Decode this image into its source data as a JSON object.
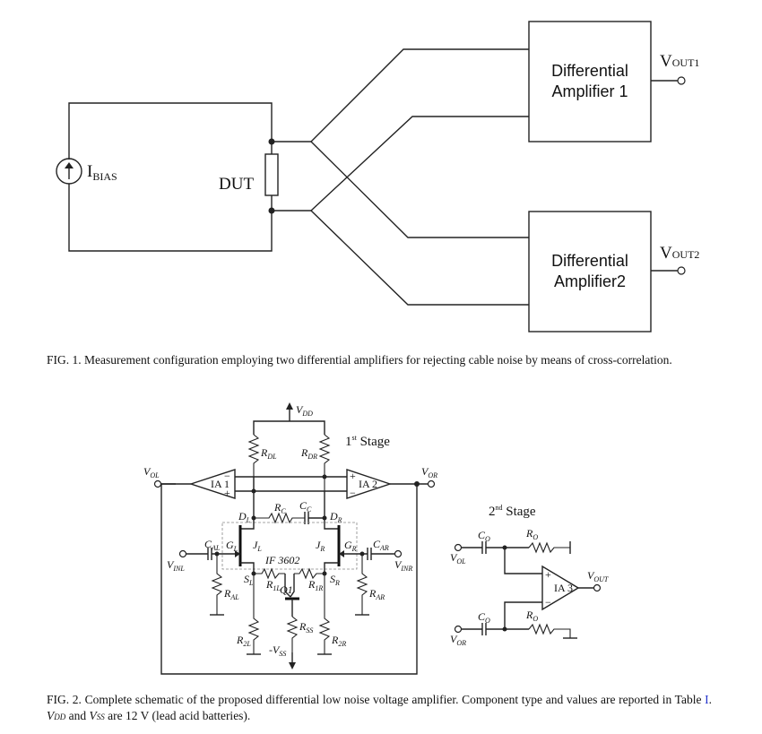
{
  "fig1": {
    "source_label": "I",
    "source_sub": "BIAS",
    "dut_label": "DUT",
    "amp1_line1": "Differential",
    "amp1_line2": "Amplifier 1",
    "amp2_line1": "Differential",
    "amp2_line2": "Amplifier2",
    "vout1_main": "V",
    "vout1_sub": "OUT1",
    "vout2_main": "V",
    "vout2_sub": "OUT2",
    "caption": "FIG. 1. Measurement configuration employing two differential amplifiers for rejecting cable noise by means of cross-correlation."
  },
  "fig2": {
    "vdd": "V",
    "vdd_sub": "DD",
    "first_stage": "1",
    "first_stage_sup": "st",
    "first_stage_word": " Stage",
    "second_stage": "2",
    "second_stage_sup": "nd",
    "second_stage_word": " Stage",
    "rdl": "R",
    "rdl_sub": "DL",
    "rdr": "R",
    "rdr_sub": "DR",
    "vol": "V",
    "vol_sub": "OL",
    "vor": "V",
    "vor_sub": "OR",
    "ia1": "IA 1",
    "ia2": "IA 2",
    "ia3": "IA 3",
    "rc": "R",
    "rc_sub": "C",
    "cc": "C",
    "cc_sub": "C",
    "dl": "D",
    "dl_sub": "L",
    "dr": "D",
    "dr_sub": "R",
    "cal": "C",
    "cal_sub": "AL",
    "car": "C",
    "car_sub": "AR",
    "gl": "G",
    "gl_sub": "L",
    "gr": "G",
    "gr_sub": "R",
    "jl": "J",
    "jl_sub": "L",
    "jr": "J",
    "jr_sub": "R",
    "vinl": "V",
    "vinl_sub": "INL",
    "vinr": "V",
    "vinr_sub": "INR",
    "part": "IF 3602",
    "sl": "S",
    "sl_sub": "L",
    "sr": "S",
    "sr_sub": "R",
    "r1l": "R",
    "r1l_sub": "1L",
    "r1r": "R",
    "r1r_sub": "1R",
    "q1": "Q1",
    "ral": "R",
    "ral_sub": "AL",
    "rar": "R",
    "rar_sub": "AR",
    "rss": "R",
    "rss_sub": "SS",
    "r2l": "R",
    "r2l_sub": "2L",
    "r2r": "R",
    "r2r_sub": "2R",
    "vss": "-V",
    "vss_sub": "SS",
    "co_top": "C",
    "co_top_sub": "O",
    "co_bot": "C",
    "co_bot_sub": "O",
    "ro_top": "R",
    "ro_top_sub": "O",
    "ro_bot": "R",
    "ro_bot_sub": "O",
    "vol2": "V",
    "vol2_sub": "OL",
    "vor2": "V",
    "vor2_sub": "OR",
    "vout": "V",
    "vout_sub": "OUT",
    "caption_start": "FIG. 2. Complete schematic of the proposed differential low noise voltage amplifier. Component type and values are reported in Table ",
    "caption_link": "I",
    "caption_mid": ". ",
    "caption_vdd": "V",
    "caption_vdd_sub": "DD",
    "caption_and": " and ",
    "caption_vss": "V",
    "caption_vss_sub": "SS",
    "caption_end": " are 12 V (lead acid batteries)."
  }
}
